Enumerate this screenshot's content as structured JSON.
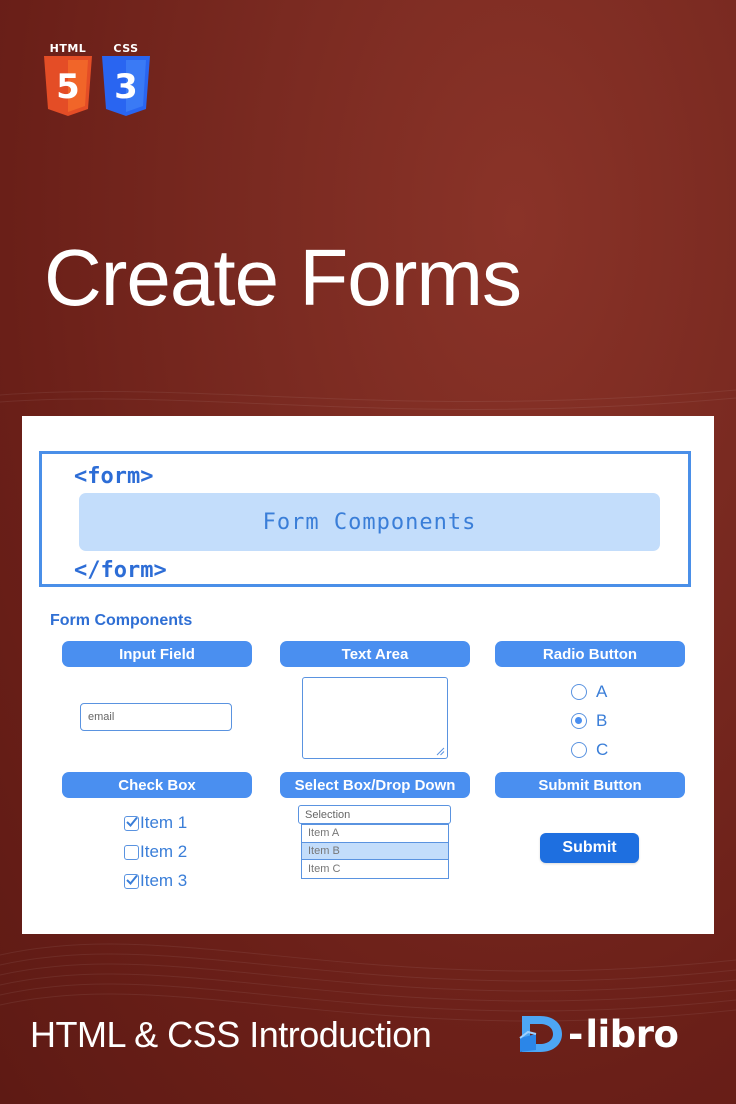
{
  "badges": {
    "html": "HTML",
    "html_number": "5",
    "css": "CSS",
    "css_number": "3"
  },
  "title": "Create Forms",
  "form_box": {
    "open_tag": "<form>",
    "close_tag": "</form>",
    "inner_label": "Form Components"
  },
  "section_title": "Form Components",
  "components": {
    "input_field": {
      "label": "Input Field",
      "placeholder": "email"
    },
    "text_area": {
      "label": "Text Area"
    },
    "radio_button": {
      "label": "Radio Button",
      "options": [
        "A",
        "B",
        "C"
      ],
      "selected": "B"
    },
    "check_box": {
      "label": "Check Box",
      "items": [
        "Item 1",
        "Item 2",
        "Item 3"
      ],
      "checked": [
        "Item 1",
        "Item 3"
      ]
    },
    "select_box": {
      "label": "Select Box/Drop Down",
      "selected_text": "Selection",
      "options": [
        "Item A",
        "Item B",
        "Item C"
      ],
      "highlighted": "Item B"
    },
    "submit_button": {
      "label": "Submit Button",
      "button_text": "Submit"
    }
  },
  "footer": {
    "course": "HTML & CSS Introduction",
    "brand": "libro",
    "brand_prefix": "D"
  },
  "colors": {
    "background": "#7a2a21",
    "accent_blue": "#4a8ff0",
    "html_orange": "#e44d26",
    "css_blue": "#2965f1"
  }
}
